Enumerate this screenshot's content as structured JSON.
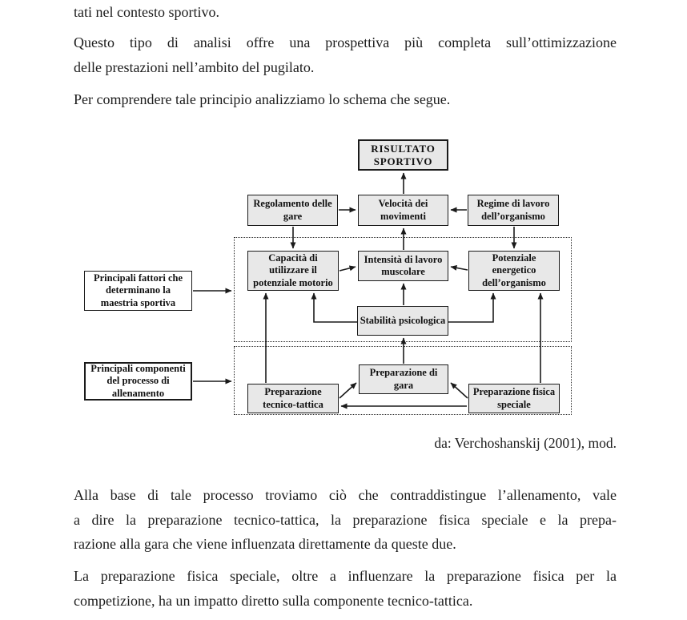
{
  "text": {
    "p1": "tati nel contesto sportivo.",
    "p2_lines": [
      "Questo tipo di analisi offre una prospettiva più completa sull’ottimizzazione",
      "delle prestazioni nell’ambito del pugilato."
    ],
    "p3": "Per comprendere tale principio analizziamo lo schema che segue.",
    "caption": "da: Verchoshanskij (2001), mod.",
    "p4_lines": [
      "Alla base di tale processo troviamo ciò che contraddistingue l’allenamento, vale",
      "a dire la preparazione tecnico-tattica, la preparazione fisica speciale e la prepa-",
      "razione alla gara che viene influenzata direttamente da queste due."
    ],
    "p5_lines": [
      "La preparazione fisica speciale, oltre a influenzare la preparazione fisica per la",
      "competizione, ha un impatto diretto sulla componente tecnico-tattica."
    ]
  },
  "diagram": {
    "nodes": {
      "risultato_sportivo": "RISULTATO SPORTIVO",
      "regolamento_gare": "Regolamento delle gare",
      "velocita_movimenti": "Velocità dei movimenti",
      "regime_lavoro": "Regime di lavoro dell’organismo",
      "capacita_potenziale": "Capacità di utilizzare il potenziale motorio",
      "intensita_lavoro": "Intensità di lavoro muscolare",
      "potenziale_energetico": "Potenziale energetico dell’organismo",
      "stabilita_psicologica": "Stabilità psicologica",
      "preparazione_gara": "Preparazione di gara",
      "preparazione_tecnico_tattica": "Preparazione tecnico-tattica",
      "preparazione_fisica_speciale": "Preparazione fisica speciale",
      "label_fattori": "Principali fattori che determinano la maestria sportiva",
      "label_componenti": "Principali componenti del processo di allenamento"
    },
    "colors": {
      "box_fill": "#e8e8e8",
      "box_border": "#1a1a1a",
      "arrow": "#1a1a1a",
      "text": "#1c1c1c"
    }
  }
}
